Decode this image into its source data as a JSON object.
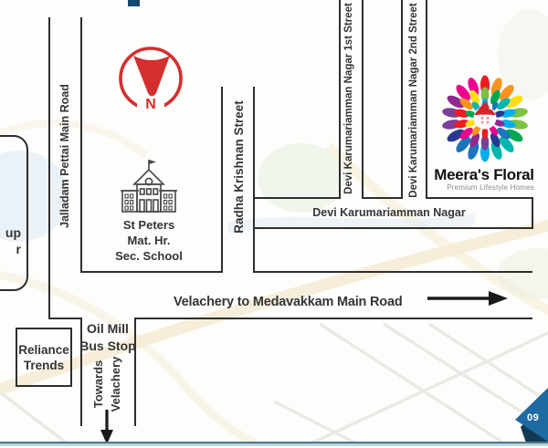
{
  "compass": {
    "letter": "N"
  },
  "partial_label": {
    "line1": "up",
    "line2": "r"
  },
  "streets": {
    "jalladam": "Jalladam Pettai Main Road",
    "radha": "Radha Krishnan Street",
    "dkn_first": "Devi Karumariamman Nagar 1st Street",
    "dkn_second": "Devi Karumariamman Nagar 2nd Street",
    "dkn": "Devi Karumariamman Nagar",
    "main_road": "Velachery to Medavakkam Main Road",
    "towards_line1": "Towards",
    "towards_line2": "Velachery"
  },
  "landmarks": {
    "school_line1": "St Peters",
    "school_line2": "Mat. Hr.",
    "school_line3": "Sec. School",
    "bus_stop_line1": "Oil Mill",
    "bus_stop_line2": "Bus Stop",
    "reliance_line1": "Reliance",
    "reliance_line2": "Trends"
  },
  "logo": {
    "name": "Meera's Floral",
    "tagline": "Premium Lifestyle Homes",
    "petal_colors": [
      "#ed1c24",
      "#f7941d",
      "#ffde17",
      "#7dc242",
      "#00a651",
      "#00b5ad",
      "#00aeef",
      "#1b75bb",
      "#283891",
      "#7b3f98",
      "#92278f",
      "#ec008c"
    ]
  },
  "ribbon": {
    "phone_partial": "09"
  },
  "colors": {
    "compass_red": "#d32f2f",
    "road_line": "#2e2e2e",
    "ribbon_blue": "#1e6aa2",
    "ribbon_navy": "#143a52"
  }
}
